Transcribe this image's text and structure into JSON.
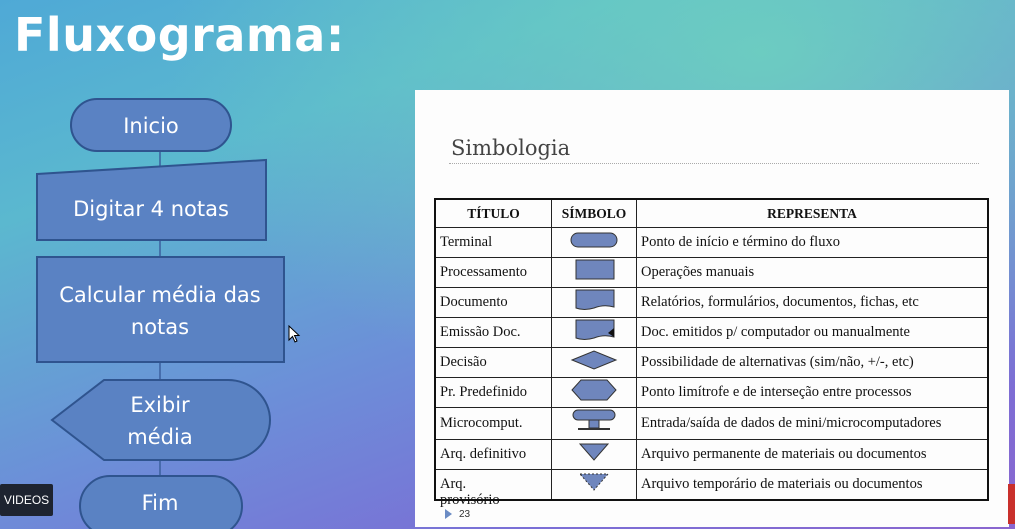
{
  "slide_title": "Fluxograma:",
  "flowchart": {
    "start": "Inicio",
    "input": "Digitar 4 notas",
    "process_line1": "Calcular média das",
    "process_line2": "notas",
    "display_line1": "Exibir",
    "display_line2": "média",
    "end": "Fim"
  },
  "inner_slide": {
    "heading": "Simbologia",
    "columns": [
      "TÍTULO",
      "SÍMBOLO",
      "REPRESENTA"
    ],
    "rows": [
      {
        "title": "Terminal",
        "symbol": "terminal-icon",
        "meaning": "Ponto de início e término do fluxo"
      },
      {
        "title": "Processamento",
        "symbol": "process-icon",
        "meaning": "Operações manuais"
      },
      {
        "title": "Documento",
        "symbol": "document-icon",
        "meaning": "Relatórios, formulários, documentos, fichas, etc"
      },
      {
        "title": "Emissão Doc.",
        "symbol": "emission-doc-icon",
        "meaning": "Doc. emitidos p/ computador  ou manualmente"
      },
      {
        "title": "Decisão",
        "symbol": "decision-icon",
        "meaning": "Possibilidade de alternativas (sim/não, +/-, etc)"
      },
      {
        "title": "Pr. Predefinido",
        "symbol": "predefined-icon",
        "meaning": "Ponto limítrofe e de interseção entre processos"
      },
      {
        "title": "Microcomput.",
        "symbol": "microcomputer-icon",
        "meaning": "Entrada/saída de dados de mini/microcomputadores"
      },
      {
        "title": "Arq. definitivo",
        "symbol": "permanent-file-icon",
        "meaning": "Arquivo permanente de materiais ou documentos"
      },
      {
        "title": "Arq.",
        "symbol": "temporary-file-icon",
        "meaning": "Arquivo temporário de materiais ou documentos"
      }
    ],
    "last_row_continuation": "provisório",
    "page_number": "23"
  },
  "videos_label": "VIDEOS",
  "colors": {
    "shape_fill": "#5a82c3",
    "shape_stroke": "#3a5f9e",
    "symbol_fill": "#6f86bd"
  }
}
